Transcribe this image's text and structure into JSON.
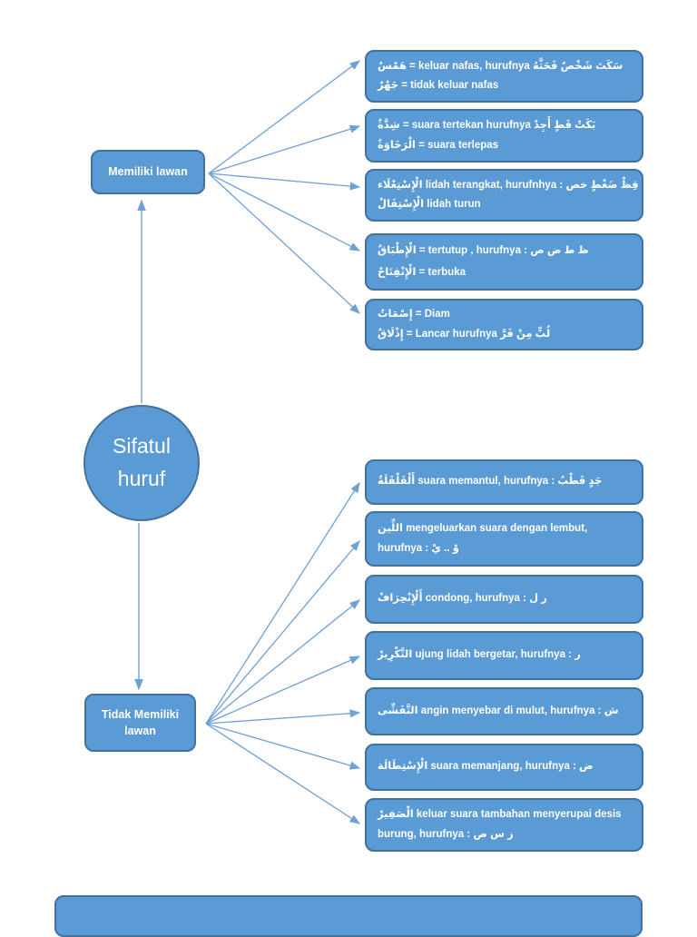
{
  "colors": {
    "box_fill": "#5B9BD5",
    "box_border": "#41719C",
    "connector": "#6FA0D6",
    "text": "#FFFFFF"
  },
  "root": {
    "label_line1": "Sifatul",
    "label_line2": "huruf"
  },
  "branches": [
    {
      "label": "Memiliki lawan",
      "children": [
        {
          "lines": [
            "هَمْسٌ = keluar nafas, hurufnya سَكَتَ شَخْصٌ فَحَثَّهُ",
            "جَهْرٌ = tidak keluar nafas"
          ]
        },
        {
          "lines": [
            "شِدَّةٌ = suara tertekan hurufnya بَكَتْ قَطٍ أَجِدْ",
            "الْرَخَاوَةٌ = suara terlepas"
          ]
        },
        {
          "lines": [
            "الْإِسْتِعْلَاء lidah terangkat, hurufnhya : قِظْ ضَغْطٍ خص",
            "الْإِسْتِفَالْ lidah turun"
          ]
        },
        {
          "lines": [
            "الْإِطْبَاقٌ = tertutup ,  hurufnya : ظ ط ض ص",
            "الْإِنْفِتَاحْ = terbuka"
          ]
        },
        {
          "lines": [
            "إِصْمَاتٌ = Diam",
            "إِذْلَاقٌ = Lancar hurufnya لُبٍّ مِنْ فَرَّ"
          ]
        }
      ]
    },
    {
      "label_line1": "Tidak Memiliki",
      "label_line2": "lawan",
      "children": [
        {
          "lines": [
            "أَلْقَلْقَلَةٌ suara memantul, hurufnya : جَدٍ قَطْبُ"
          ]
        },
        {
          "lines": [
            "اللِّين mengeluarkan suara dengan lembut,",
            "hurufnya : وْ .. يْ"
          ]
        },
        {
          "lines": [
            "أَلْإِنْحِرَافْ condong, hurufnya : ر ل"
          ]
        },
        {
          "lines": [
            "التَّكْرِيرْ ujung lidah bergetar, hurufnya : ر"
          ]
        },
        {
          "lines": [
            "التَّفَشِّى angin menyebar di mulut, hurufnya : ش"
          ]
        },
        {
          "lines": [
            "الْإِسْتِطَالَة suara memanjang, hurufnya : ض"
          ]
        },
        {
          "lines": [
            "الْصَفِيرْ keluar suara tambahan menyerupai desis",
            "burung, hurufnya : ز س ص"
          ]
        }
      ]
    }
  ]
}
